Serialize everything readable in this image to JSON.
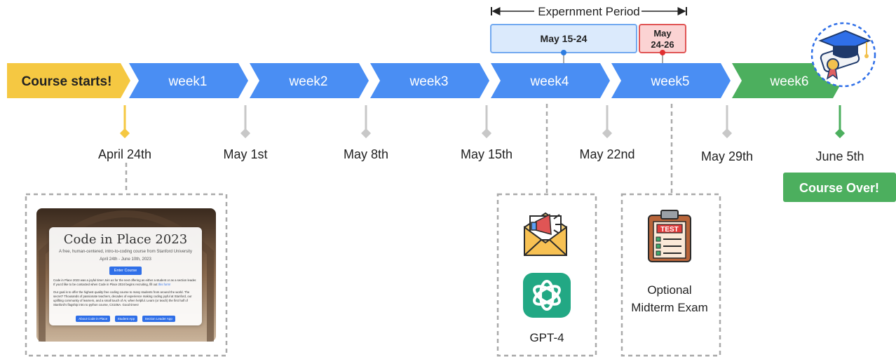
{
  "experiment": {
    "label": "Expernment Period",
    "range1": "May 15-24",
    "range2_line1": "May",
    "range2_line2": "24-26"
  },
  "timeline": [
    {
      "label": "Course starts!"
    },
    {
      "label": "week1"
    },
    {
      "label": "week2"
    },
    {
      "label": "week3"
    },
    {
      "label": "week4"
    },
    {
      "label": "week5"
    },
    {
      "label": "week6"
    }
  ],
  "dates": [
    "April 24th",
    "May 1st",
    "May 8th",
    "May 15th",
    "May 22nd",
    "May 29th",
    "June 5th"
  ],
  "course_over": "Course Over!",
  "boxes": {
    "gpt_label": "GPT-4",
    "test_label": "TEST",
    "midterm_line1": "Optional",
    "midterm_line2": "Midterm Exam"
  },
  "website": {
    "title": "Code in Place 2023",
    "subtitle": "A free, human-centered, intro-to-coding course from Stanford University",
    "dates": "April 24th - June 10th, 2023",
    "enter_button": "Enter Course",
    "para1": "Code in Place 2023 was a joyful time! Join us for the next offering as either a student or as a section leader. If you'd like to be contacted when Code in Place 2024 begins recruiting, fill out",
    "para1_link": "this form!",
    "para2": "Our goal is to offer the highest quality free coding course to many students from around the world. The secret? Thousands of passionate teachers, decades of experience making coding joyful at Stanford, our uplifting community of learners, and a small touch of AI, when helpful. Learn (or teach) the first half of Stanford's flagship intro to python course, CS106A. Good times!",
    "btn_about": "About Code in Place",
    "btn_student": "Student App",
    "btn_leader": "Section Leader App"
  },
  "colors": {
    "yellow": "#f5c842",
    "blue": "#4a8ef3",
    "green": "#4caf5e",
    "red_fill": "#fbd3d3",
    "red_border": "#e05555",
    "light_blue": "#dbeafc",
    "mid_blue": "#72a9f0",
    "grey": "#c8c8c8"
  },
  "icons": [
    "newsletter-megaphone-icon",
    "chatgpt-logo-icon",
    "test-clipboard-icon",
    "graduation-diploma-icon"
  ]
}
